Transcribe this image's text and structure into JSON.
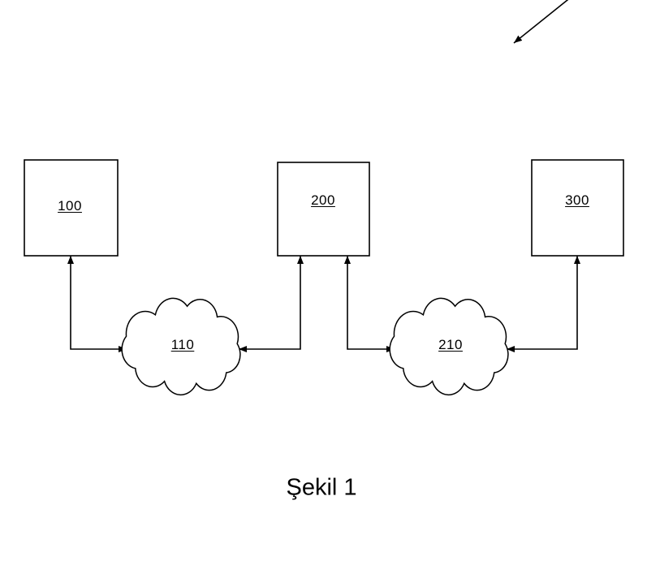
{
  "diagram": {
    "caption": "Şekil 1",
    "boxes": [
      {
        "label": "100"
      },
      {
        "label": "200"
      },
      {
        "label": "300"
      }
    ],
    "clouds": [
      {
        "label": "110"
      },
      {
        "label": "210"
      }
    ]
  },
  "colors": {
    "stroke": "#000000",
    "background": "#ffffff"
  }
}
